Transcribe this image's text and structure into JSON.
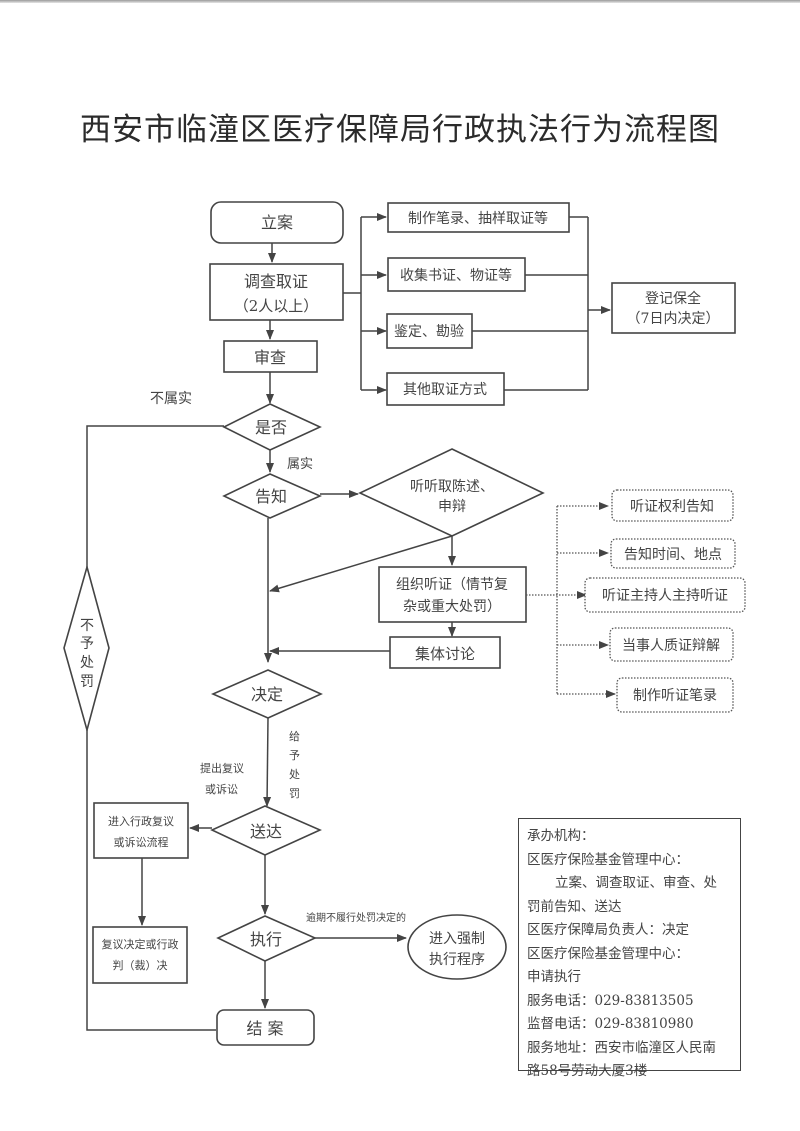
{
  "title": "西安市临潼区医疗保障局行政执法行为流程图",
  "nodes": {
    "lian": "立案",
    "diaocha_1": "调查取证",
    "diaocha_2": "（2人以上）",
    "shencha": "审查",
    "shifou": "是否",
    "gaozhi": "告知",
    "tingqu_1": "听听取陈述、",
    "tingqu_2": "申辩",
    "zuzhi_1": "组织听证（情节复",
    "zuzhi_2": "杂或重大处罚）",
    "jiti": "集体讨论",
    "jueding": "决定",
    "songda": "送达",
    "zhixing": "执行",
    "jiean": "结 案",
    "buyu": [
      "不",
      "予",
      "处",
      "罚"
    ],
    "fuyi_1": "进入行政复议",
    "fuyi_2": "或诉讼流程",
    "fuyijd_1": "复议决定或行政",
    "fuyijd_2": "判（裁）决",
    "qiangzhi_1": "进入强制",
    "qiangzhi_2": "执行程序",
    "dengji_1": "登记保全",
    "dengji_2": "（7日内决定）"
  },
  "evidence_methods": [
    "制作笔录、抽样取证等",
    "收集书证、物证等",
    "鉴定、勘验",
    "其他取证方式"
  ],
  "hearing_steps": [
    "听证权利告知",
    "告知时间、地点",
    "听证主持人主持听证",
    "当事人质证辩解",
    "制作听证笔录"
  ],
  "labels": {
    "bushushi": "不属实",
    "shushi": "属实",
    "geiyu": [
      "给",
      "予",
      "处",
      "罚"
    ],
    "tichu_1": "提出复议",
    "tichu_2": "或诉讼",
    "yuqi": "逾期不履行处罚决定的"
  },
  "info_box": {
    "lines": [
      "承办机构：",
      "区医疗保险基金管理中心：",
      "立案、调查取证、审查、处",
      "罚前告知、送达",
      "区医疗保障局负责人：决定",
      "区医疗保险基金管理中心：",
      "申请执行",
      "服务电话：029-83813505",
      "监督电话：029-83810980",
      "服务地址：西安市临潼区人民南",
      "路58号劳动大厦3楼"
    ]
  }
}
